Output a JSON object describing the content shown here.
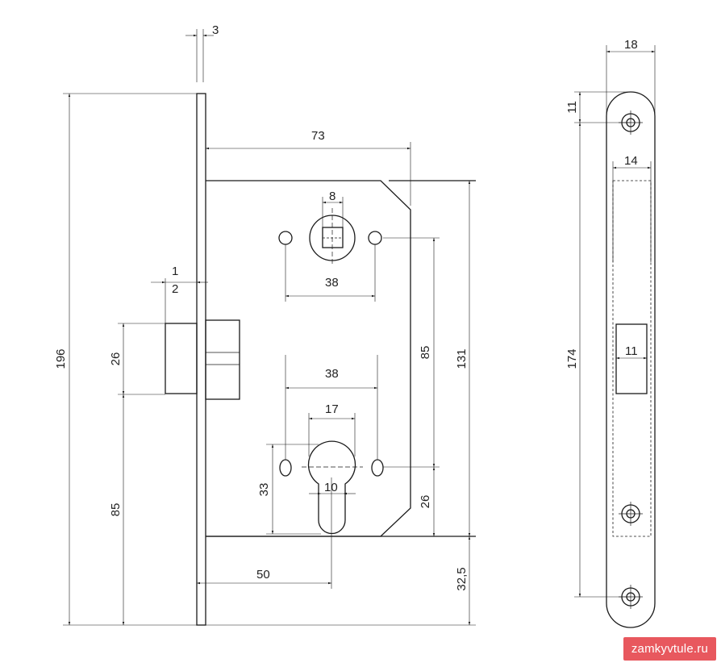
{
  "dimensions": {
    "front_plate_thickness": "3",
    "body_depth": "73",
    "spindle_square": "8",
    "handle_screw_spacing": "38",
    "latch_offset_top": "1",
    "latch_offset_bottom": "2",
    "latch_height": "26",
    "latch_to_bottom": "85",
    "total_height": "196",
    "spindle_to_cylinder": "85",
    "body_height": "131",
    "cylinder_screw_spacing": "38",
    "cylinder_width": "17",
    "cylinder_height": "33",
    "cylinder_slot": "10",
    "cylinder_to_body_bottom": "26",
    "backset": "50",
    "body_to_plate_bottom": "32,5",
    "faceplate_width": "18",
    "top_hole_offset": "11",
    "hole_spacing": "174",
    "latch_window_width": "14",
    "bolt_window_width": "11"
  },
  "watermark": "zamkyvtule.ru"
}
